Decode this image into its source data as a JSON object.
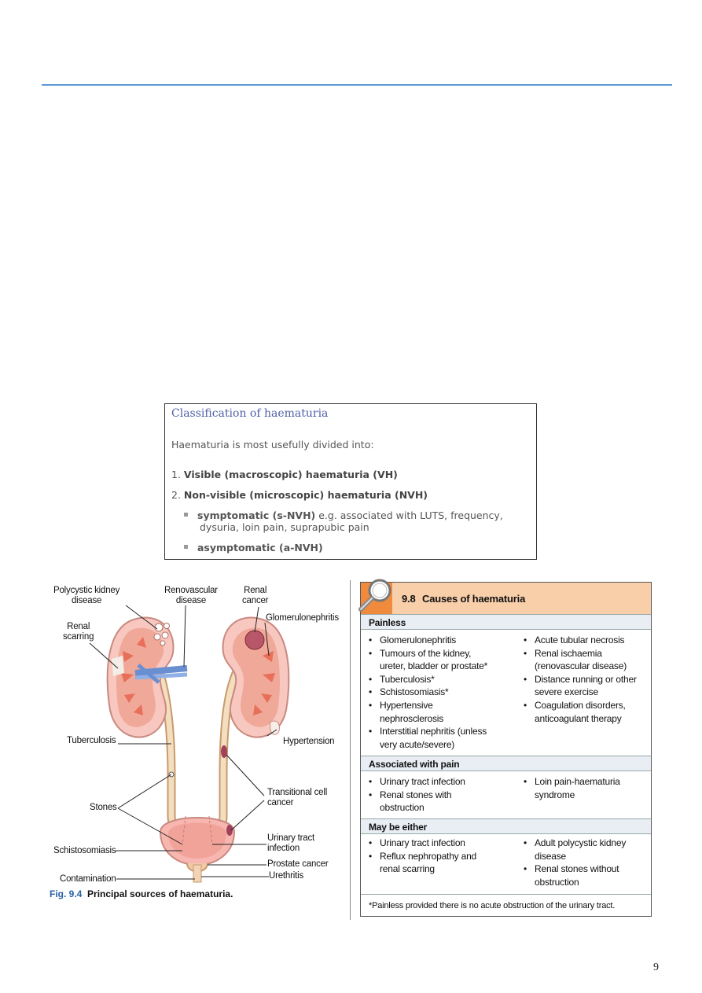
{
  "classification": {
    "title": "Classification of haematuria",
    "intro": "Haematuria is most usefully divided into:",
    "item1_num": "1.",
    "item1": "Visible (macroscopic) haematuria (VH)",
    "item2_num": "2.",
    "item2": "Non-visible (microscopic) haematuria (NVH)",
    "sub1_bold": "symptomatic (s-NVH)",
    "sub1_rest": " e.g. associated with LUTS, frequency,",
    "sub1_cont": "dysuria, loin pain, suprapubic pain",
    "sub2_bold": "asymptomatic (a-NVH)"
  },
  "figure": {
    "labels": {
      "polycystic_1": "Polycystic kidney",
      "polycystic_2": "disease",
      "renovascular_1": "Renovascular",
      "renovascular_2": "disease",
      "renal_cancer_1": "Renal",
      "renal_cancer_2": "cancer",
      "glomerulonephritis": "Glomerulonephritis",
      "renal_scarring_1": "Renal",
      "renal_scarring_2": "scarring",
      "tuberculosis": "Tuberculosis",
      "hypertension": "Hypertension",
      "transitional_1": "Transitional cell",
      "transitional_2": "cancer",
      "stones": "Stones",
      "uti_1": "Urinary tract",
      "uti_2": "infection",
      "schistosomiasis": "Schistosomiasis",
      "prostate_cancer": "Prostate cancer",
      "urethritis": "Urethritis",
      "contamination": "Contamination"
    },
    "caption_num": "Fig. 9.4",
    "caption_title": "Principal sources of haematuria."
  },
  "causes": {
    "number": "9.8",
    "title": "Causes of haematuria",
    "painless": {
      "heading": "Painless",
      "left": [
        "Glomerulonephritis",
        "Tumours of the kidney,",
        "ureter, bladder or prostate*",
        "Tuberculosis*",
        "Schistosomiasis*",
        "Hypertensive",
        "nephrosclerosis",
        "Interstitial nephritis (unless",
        "very acute/severe)"
      ],
      "right": [
        "Acute tubular necrosis",
        "Renal ischaemia",
        "(renovascular disease)",
        "Distance running or other",
        "severe exercise",
        "Coagulation disorders,",
        "anticoagulant therapy"
      ]
    },
    "pain": {
      "heading": "Associated with pain",
      "left": [
        "Urinary tract infection",
        "Renal stones with",
        "obstruction"
      ],
      "right": [
        "Loin pain-haematuria",
        "syndrome"
      ]
    },
    "either": {
      "heading": "May be either",
      "left": [
        "Urinary tract infection",
        "Reflux nephropathy and",
        "renal scarring"
      ],
      "right": [
        "Adult polycystic kidney",
        "disease",
        "Renal stones without",
        "obstruction"
      ]
    },
    "footnote": "*Painless provided there is no acute obstruction of the urinary tract."
  },
  "page_number": "9",
  "colors": {
    "rule": "#5b9bd5",
    "header_orange": "#f08a3c",
    "header_peach": "#f9cfaa",
    "caption_blue": "#2a62a6",
    "title_blue": "#4f5fa6"
  }
}
